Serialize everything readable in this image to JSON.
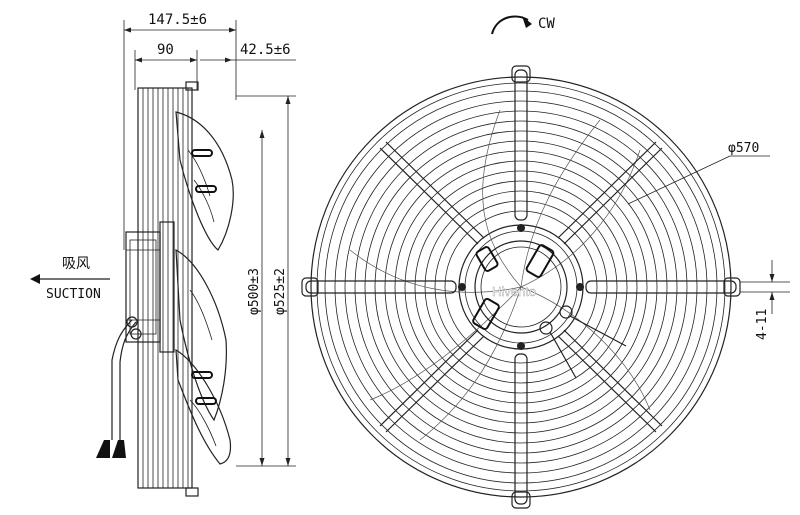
{
  "labels": {
    "overall_depth": "147.5±6",
    "body_depth": "90",
    "blade_offset": "42.5±6",
    "rotation": "CW",
    "grille_diameter": "φ570",
    "blade_diameter": "φ500±3",
    "ring_diameter": "φ525±2",
    "suction_cn": "吸风",
    "suction_en": "SUCTION",
    "mounting_holes": "4-11",
    "watermark": "Hivento"
  },
  "colors": {
    "line": "#222222",
    "background": "#ffffff"
  },
  "icons": {
    "rotation": "curved-arrow-icon",
    "airflow": "left-arrow-icon"
  }
}
